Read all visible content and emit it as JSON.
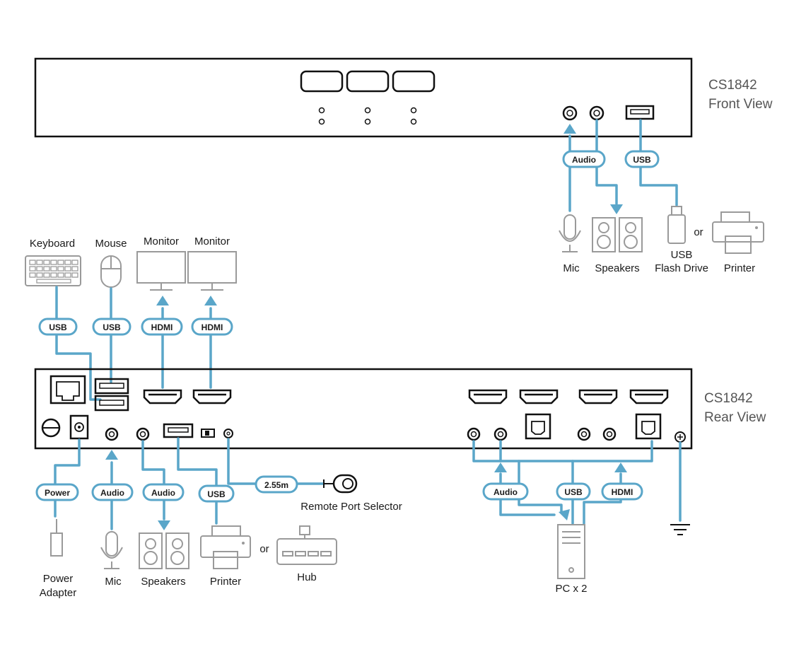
{
  "front": {
    "model": "CS1842",
    "view": "Front View",
    "labels": {
      "audio": "Audio",
      "usb": "USB",
      "mic": "Mic",
      "speakers": "Speakers",
      "usb_flash_1": "USB",
      "usb_flash_2": "Flash Drive",
      "or": "or",
      "printer": "Printer"
    }
  },
  "rear": {
    "model": "CS1842",
    "view": "Rear View",
    "labels": {
      "keyboard": "Keyboard",
      "mouse": "Mouse",
      "monitor_1": "Monitor",
      "monitor_2": "Monitor",
      "usb_kb": "USB",
      "usb_mouse": "USB",
      "hdmi_1": "HDMI",
      "hdmi_2": "HDMI",
      "power": "Power",
      "audio_mic": "Audio",
      "audio_spk": "Audio",
      "usb_periph": "USB",
      "cable_length": "2.55m",
      "remote_port_selector": "Remote Port Selector",
      "power_adapter_1": "Power",
      "power_adapter_2": "Adapter",
      "mic": "Mic",
      "speakers": "Speakers",
      "printer": "Printer",
      "or": "or",
      "hub": "Hub",
      "audio_pc": "Audio",
      "usb_pc": "USB",
      "hdmi_pc": "HDMI",
      "pc": "PC x 2"
    }
  },
  "colors": {
    "cable": "#5aa6c9",
    "device_outline": "#9a9a9a",
    "unit_outline": "#111111"
  }
}
